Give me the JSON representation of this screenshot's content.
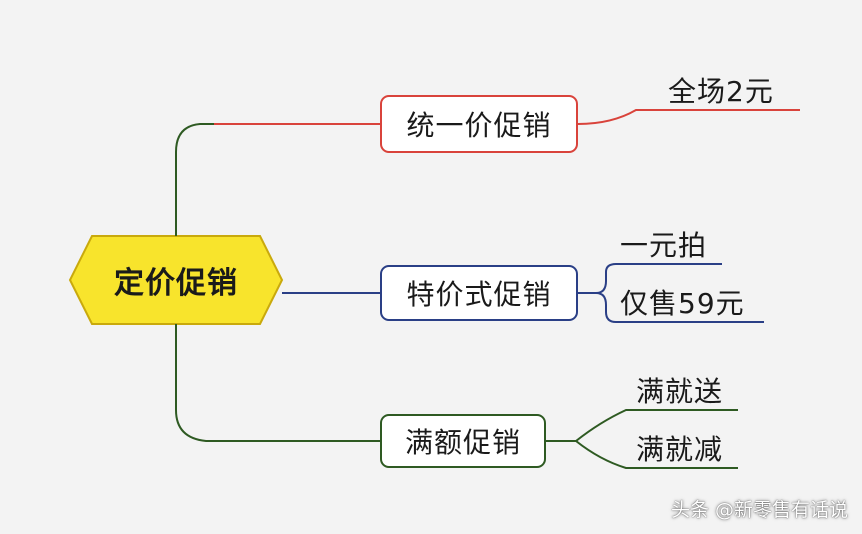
{
  "root": {
    "label": "定价促销",
    "fill_color": "#f8e42c"
  },
  "branches": [
    {
      "label": "统一价促销",
      "color": "#d9433b",
      "children": [
        "全场2元"
      ]
    },
    {
      "label": "特价式促销",
      "color": "#2a3f86",
      "children": [
        "一元拍",
        "仅售59元"
      ]
    },
    {
      "label": "满额促销",
      "color": "#2e5a22",
      "children": [
        "满就送",
        "满就减"
      ]
    }
  ],
  "watermark": {
    "text": "头条 @新零售有话说"
  }
}
